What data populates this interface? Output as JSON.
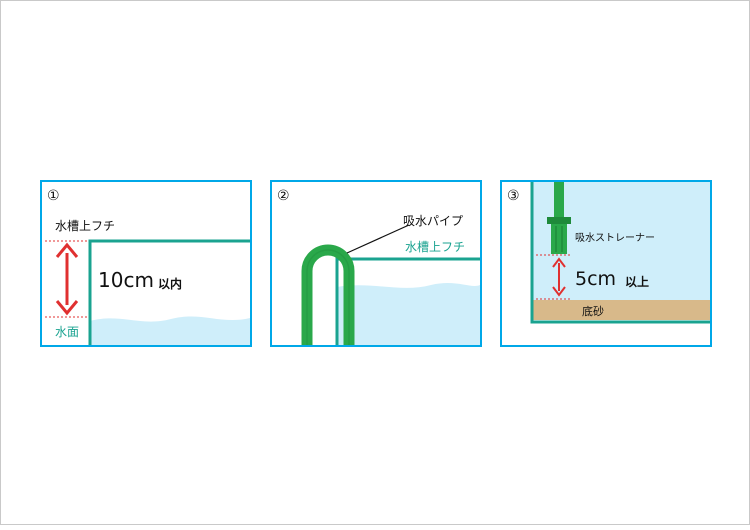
{
  "panel1": {
    "number": "①",
    "rim_label": "水槽上フチ",
    "distance_value": "10cm",
    "distance_suffix": "以内",
    "water_label": "水面"
  },
  "panel2": {
    "number": "②",
    "pipe_label": "吸水パイプ",
    "rim_label": "水槽上フチ"
  },
  "panel3": {
    "number": "③",
    "strainer_label": "吸水ストレーナー",
    "distance_value": "5cm",
    "distance_suffix": "以上",
    "sand_label": "底砂"
  },
  "colors": {
    "frame_border": "#00a8e8",
    "tank_wall": "#1aa390",
    "water": "#cfeefa",
    "pipe": "#2aa84a",
    "pipe_dark": "#1e8a3a",
    "arrow": "#e03030",
    "sand": "#d8b98a",
    "teal_text": "#1aa390"
  }
}
